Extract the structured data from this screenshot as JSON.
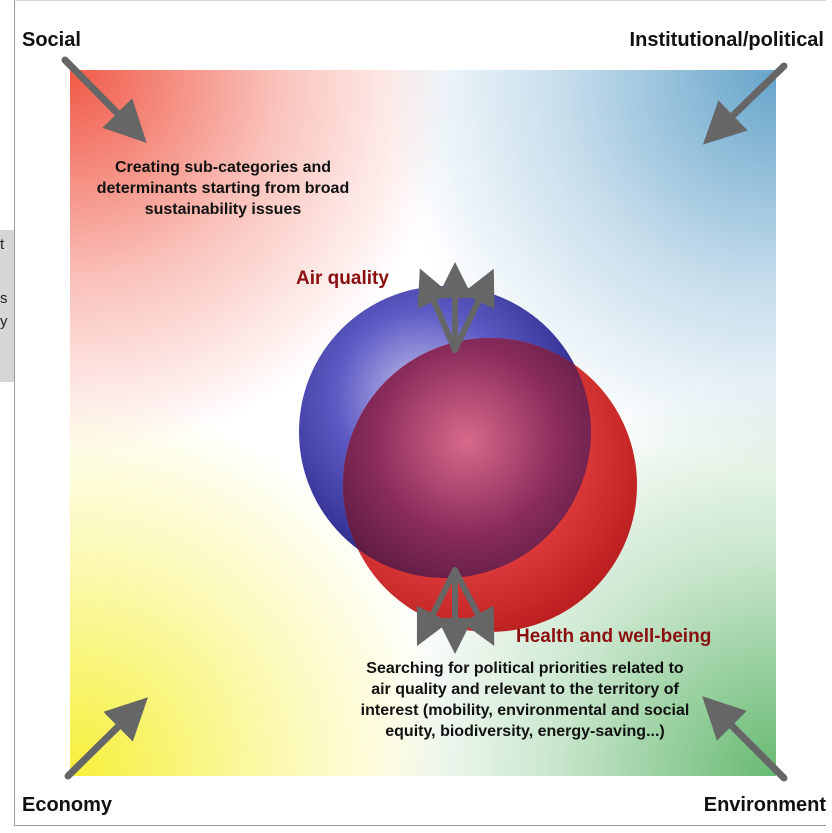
{
  "corners": {
    "social": "Social",
    "institutional": "Institutional/political",
    "economy": "Economy",
    "environment": "Environment"
  },
  "notes": {
    "top": "Creating sub-categories and determinants starting from broad sustainability issues",
    "bottom": "Searching for political priorities related to air quality and relevant to the territory of interest (mobility, environmental and social equity, biodiversity, energy-saving...)"
  },
  "topics": {
    "air_quality": "Air quality",
    "health": "Health and well-being"
  },
  "left_fragment": [
    "t",
    "s",
    "y"
  ],
  "colors": {
    "social": "#f0523e",
    "institutional": "#5fa0c8",
    "economy": "#f6f03a",
    "environment": "#5fb66a",
    "air_sphere": "#3b3aa8",
    "health_sphere": "#e23434",
    "topic_text": "#8b0f0f",
    "arrow": "#666666"
  }
}
